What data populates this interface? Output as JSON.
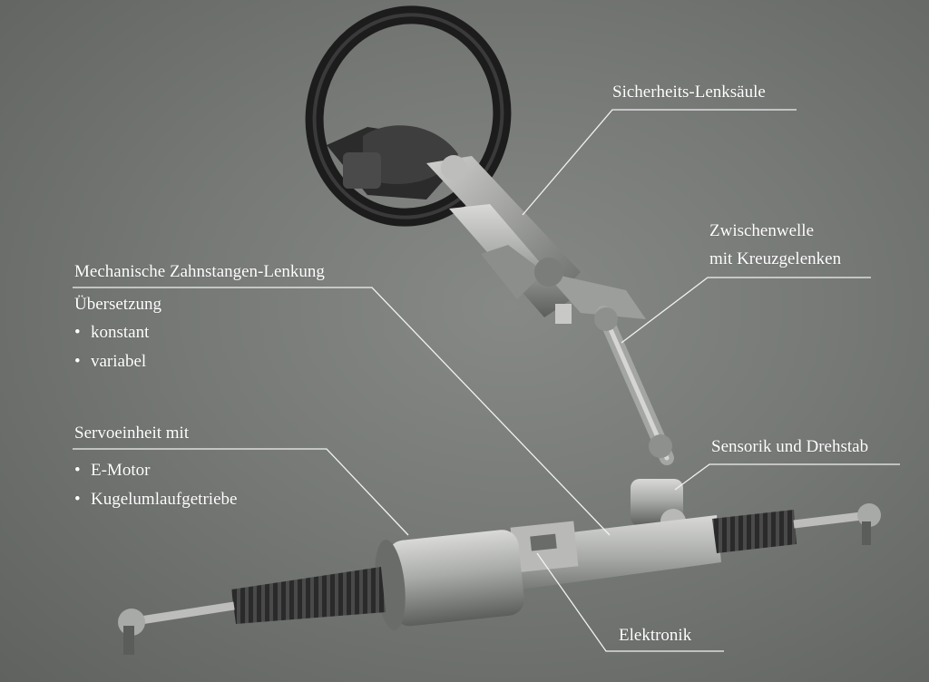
{
  "labels": {
    "steering_column": "Sicherheits-Lenksäule",
    "intermediate_shaft_line1": "Zwischenwelle",
    "intermediate_shaft_line2": "mit Kreuzgelenken",
    "mechanical_rack": "Mechanische Zahnstangen-Lenkung",
    "ratio_heading": "Übersetzung",
    "ratio_options": [
      "konstant",
      "variabel"
    ],
    "servo_unit": "Servoeinheit mit",
    "servo_parts": [
      "E-Motor",
      "Kugelumlaufgetriebe"
    ],
    "sensor": "Sensorik und Drehstab",
    "electronics": "Elektronik"
  },
  "colors": {
    "background": "#7a7d7a",
    "label_text": "#ffffff",
    "leader_lines": "#f2f2f2"
  }
}
